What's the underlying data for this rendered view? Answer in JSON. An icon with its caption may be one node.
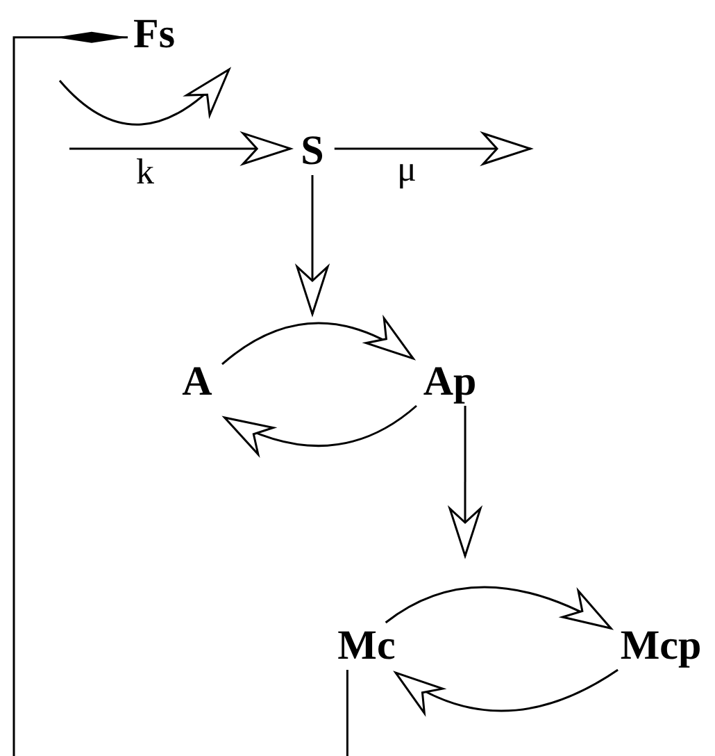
{
  "diagram": {
    "nodes": [
      {
        "text": [
          "Fs"
        ]
      },
      {
        "text": [
          "S"
        ]
      },
      {
        "text": [
          "A"
        ]
      },
      {
        "text": [
          "Ap"
        ]
      },
      {
        "text": [
          "Mc"
        ]
      },
      {
        "text": [
          "Mcp"
        ]
      }
    ],
    "edges": [
      {
        "from": null,
        "to": 0,
        "arrow": "to"
      },
      {
        "from": null,
        "to": 1,
        "arrow": "to",
        "label": "k"
      },
      {
        "from": 1,
        "to": null,
        "arrow": "to",
        "label": "μ"
      },
      {
        "from": 1,
        "to": null,
        "arrow": "to"
      },
      {
        "from": 2,
        "to": 3,
        "arrow": "to"
      },
      {
        "from": 3,
        "to": 2,
        "arrow": "to"
      },
      {
        "from": 3,
        "to": null,
        "arrow": "to"
      },
      {
        "from": 4,
        "to": 5,
        "arrow": "to"
      },
      {
        "from": 5,
        "to": 4,
        "arrow": "to"
      },
      {
        "from": 4,
        "to": 0,
        "arrow": "other"
      }
    ]
  }
}
